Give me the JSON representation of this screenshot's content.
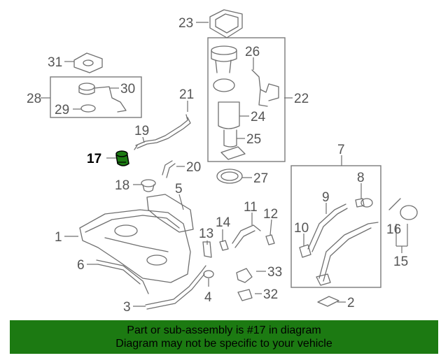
{
  "diagram": {
    "highlight_color": "#1c7a12",
    "highlighted_part": "17",
    "callouts": {
      "c1": "1",
      "c2": "2",
      "c3": "3",
      "c4": "4",
      "c5": "5",
      "c6": "6",
      "c7": "7",
      "c8": "8",
      "c9": "9",
      "c10": "10",
      "c11": "11",
      "c12": "12",
      "c13": "13",
      "c14": "14",
      "c15": "15",
      "c16": "16",
      "c17": "17",
      "c18": "18",
      "c19": "19",
      "c20": "20",
      "c21": "21",
      "c22": "22",
      "c23": "23",
      "c24": "24",
      "c25": "25",
      "c26": "26",
      "c27": "27",
      "c28": "28",
      "c29": "29",
      "c30": "30",
      "c31": "31",
      "c32": "32",
      "c33": "33"
    }
  },
  "banner": {
    "line1": "Part or sub-assembly is #17 in diagram",
    "line2": "Diagram may not be specific to your vehicle",
    "background": "#1c7a12"
  }
}
